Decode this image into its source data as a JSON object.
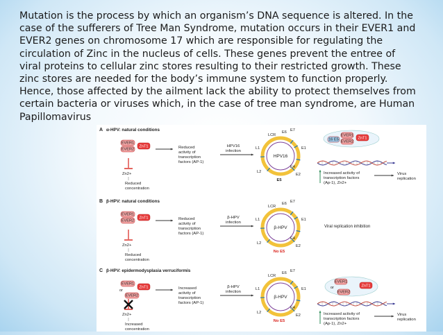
{
  "paragraph_lines": [
    "Mutation is the process by which an organism’s DNA sequence is altered. In the",
    "case of the sufferers of Tree Man Syndrome, mutation occurs in their EVER1 and",
    "EVER2 genes on chromosome 17 which are responsible for regulating the",
    "circulation of Zinc in the nucleus of cells. These genes prevent the entree of",
    "viral proteins to cellular zinc stores resulting to their restricted growth. These",
    "zinc stores are needed for the body’s immune system to function properly.",
    "Hence, those affected by the ailment lack the ability to protect themselves from",
    "certain bacteria or viruses which, in the case of tree man syndrome, are Human",
    "Papillomavirus"
  ],
  "colors": {
    "ever_box": "#f4a6a6",
    "znt1_box": "#e63b3b",
    "virus_ring": "#f2c23a",
    "inhibit_red": "#d9231c",
    "virus_label": "#7b3f98",
    "no_e5": "#d9231c",
    "dna_strand": "#2b2b8a"
  },
  "panels": [
    {
      "letter": "A",
      "title": "α-HPV: natural conditions",
      "ever1": "EVER1",
      "ever2": "EVER2",
      "znt1": "ZnT1",
      "zn": "Zn2+",
      "zn_status": [
        "Reduced",
        "concentration"
      ],
      "tf_text": [
        "Reduced",
        "activity of",
        "transcription",
        "factors (AP-1)"
      ],
      "infection": [
        "HPV16",
        "infection"
      ],
      "virus_name": "HPV16",
      "genes": {
        "lcr": "LCR",
        "e6": "E6",
        "e7": "E7",
        "l1": "L1",
        "e1": "E1",
        "l2": "L2",
        "e4": "E4",
        "e2": "E2"
      },
      "e5_label": "E5",
      "right_complex": {
        "e5": "16 E5",
        "ever1": "EVER1",
        "ever2": "EVER2",
        "znt1": "ZnT1"
      },
      "result_text": [
        "Increased activity of",
        "transcription factors",
        "(Ap-1), Zn2+"
      ],
      "outcome": [
        "Virus",
        "replication"
      ]
    },
    {
      "letter": "B",
      "title": "β-HPV: natural conditions",
      "ever1": "EVER1",
      "ever2": "EVER2",
      "znt1": "ZnT1",
      "zn": "Zn2+",
      "zn_status": [
        "Reduced",
        "concentration"
      ],
      "tf_text": [
        "Reduced",
        "activity of",
        "transcription",
        "factors (AP-1)"
      ],
      "infection": [
        "β-HPV",
        "infection"
      ],
      "virus_name": "β-HPV",
      "genes": {
        "lcr": "LCR",
        "e6": "E6",
        "e7": "E7",
        "l1": "L1",
        "e1": "E1",
        "l2": "L2",
        "e4": "E4",
        "e2": "E2"
      },
      "e5_label": "No E5",
      "outcome_text": "Viral replication inhibition"
    },
    {
      "letter": "C",
      "title": "β-HPV: epidermodysplasia verruciformis",
      "ever1": "EVER1",
      "or": "or",
      "ever2": "EVER2",
      "znt1": "ZnT1",
      "zn": "Zn2+",
      "zn_status": [
        "Increased",
        "concentration"
      ],
      "tf_text": [
        "Increased",
        "activity of",
        "transcription",
        "factors (AP-1)"
      ],
      "infection": [
        "β-HPV",
        "infection"
      ],
      "virus_name": "β-HPV",
      "genes": {
        "lcr": "LCR",
        "e6": "E6",
        "e7": "E7",
        "l1": "L1",
        "e1": "E1",
        "l2": "L2",
        "e4": "E4",
        "e2": "E2"
      },
      "e5_label": "No E5",
      "right_complex": {
        "ever1": "EVER1",
        "or": "or",
        "ever2": "EVER2",
        "znt1": "ZnT1"
      },
      "result_text": [
        "Increased activity of",
        "transcription factors",
        "(Ap-1), Zn2+"
      ],
      "outcome": [
        "Virus",
        "replication"
      ]
    }
  ]
}
